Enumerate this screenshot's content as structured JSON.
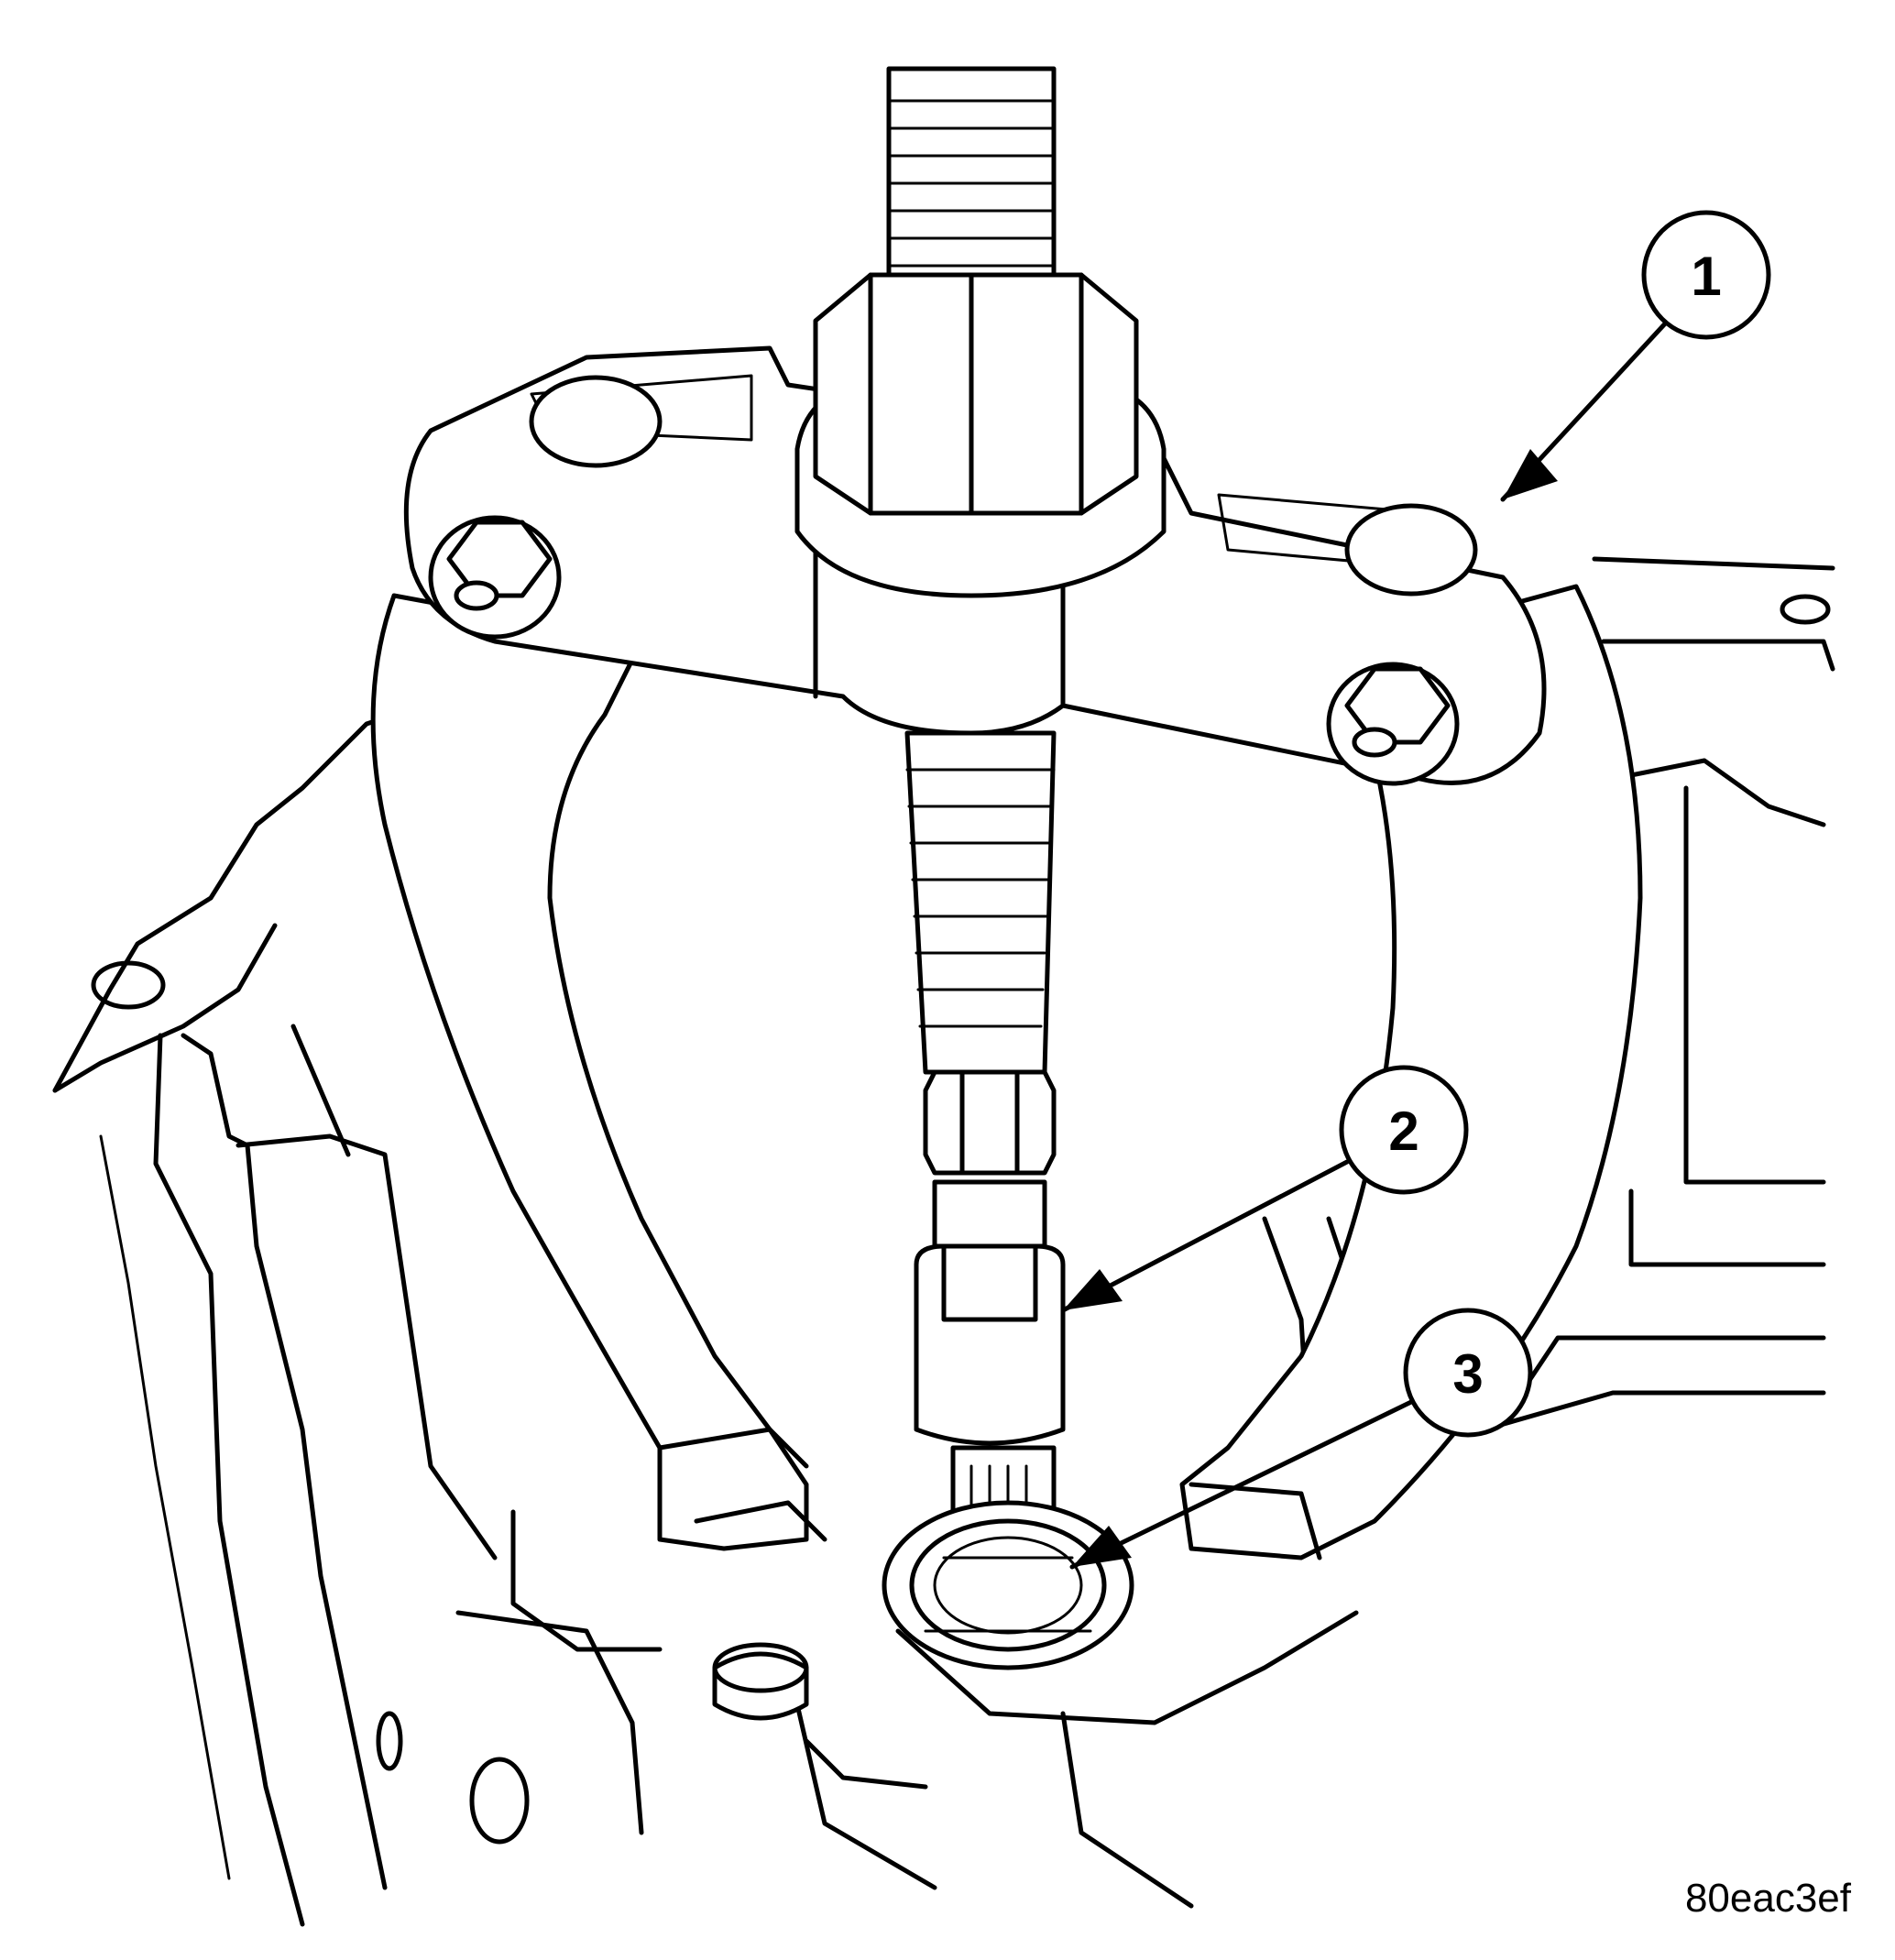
{
  "figure_code": "80eac3ef",
  "callouts": [
    {
      "number": "1"
    },
    {
      "number": "2"
    },
    {
      "number": "3"
    }
  ]
}
